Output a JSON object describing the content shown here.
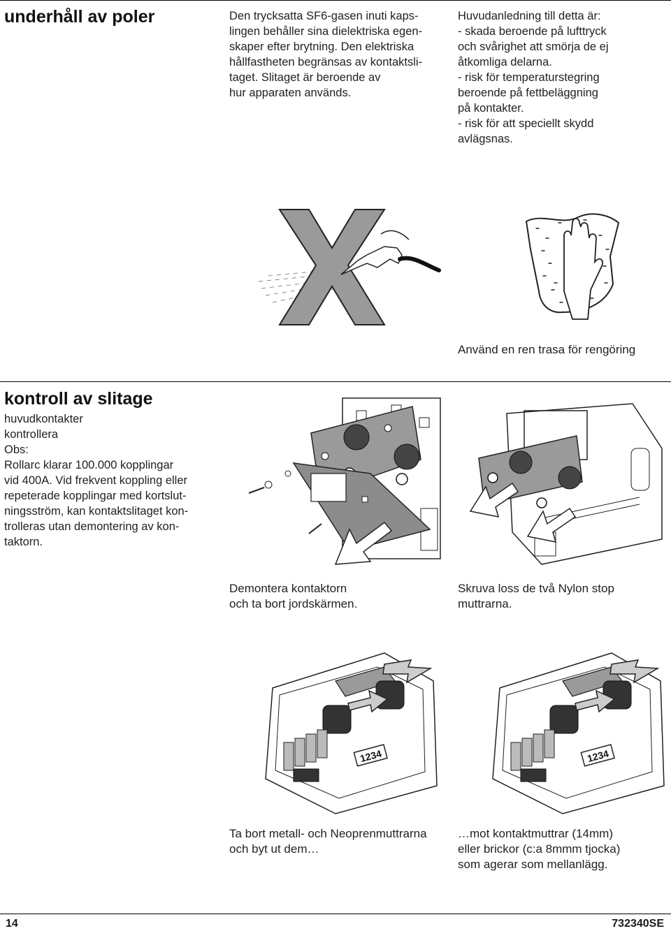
{
  "section1": {
    "title": "underhåll av poler",
    "col2_lines": [
      "Den trycksatta SF6-gasen inuti kaps-",
      "lingen behåller sina dielektriska egen-",
      "skaper efter brytning. Den elektriska",
      "hållfastheten begränsas av kontaktsli-",
      "taget. Slitaget är beroende av",
      "hur apparaten används."
    ],
    "col3_lines": [
      "Huvudanledning till detta är:",
      "- skada beroende på lufttryck",
      "och svårighet att smörja de ej",
      "åtkomliga delarna.",
      "- risk för temperaturstegring",
      "beroende på fettbeläggning",
      "på kontakter.",
      "- risk för att speciellt skydd",
      "avlägsnas."
    ],
    "cleaning_caption": "Använd en ren trasa för rengöring"
  },
  "section2": {
    "title": "kontroll av slitage",
    "body_lines": [
      "huvudkontakter",
      "kontrollera",
      "Obs:",
      "Rollarc klarar 100.000 kopplingar",
      "vid 400A. Vid frekvent koppling eller",
      "repeterade kopplingar med kortslut-",
      "ningsström, kan kontaktslitaget kon-",
      "trolleras utan demontering av kon-",
      "taktorn."
    ],
    "caption1_lines": [
      "Demontera kontaktorn",
      "och ta bort jordskärmen."
    ],
    "caption2_lines": [
      "Skruva loss de två Nylon stop",
      "muttrarna."
    ],
    "caption3_lines": [
      "Ta bort metall- och Neoprenmuttrarna",
      "och byt ut dem…"
    ],
    "caption4_lines": [
      "…mot kontaktmuttrar (14mm)",
      "eller brickor (c:a 8mmm tjocka)",
      "som agerar som mellanlägg."
    ],
    "label_1234": "1234"
  },
  "footer": {
    "page_number": "14",
    "doc_code": "732340SE"
  }
}
